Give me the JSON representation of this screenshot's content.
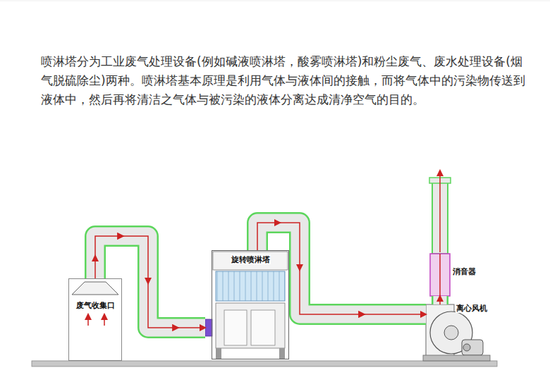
{
  "diagram": {
    "nodes": [
      {
        "text": [
          "废气收集口"
        ]
      },
      {
        "text": [
          "旋转喷淋塔"
        ]
      },
      {
        "text": [
          "消音器"
        ]
      },
      {
        "text": [
          "离心风机"
        ]
      }
    ],
    "edges": [
      {
        "from": 0,
        "to": 1,
        "arrow": "to"
      },
      {
        "from": 1,
        "to": 3,
        "arrow": "to"
      },
      {
        "from": 3,
        "to": 2,
        "arrow": "to"
      }
    ],
    "labels": [
      "喷淋塔分为工业废气处理设备(例如碱液喷淋塔，酸雾喷淋塔)和粉尘废气、废水处理设备(烟气脱硫除尘)两种。喷淋塔基本原理是利用气体与液体间的接触，而将气体中的污染物传送到液体中，然后再将清洁之气体与被污染的液体分离达成清净空气的目的。"
    ]
  }
}
